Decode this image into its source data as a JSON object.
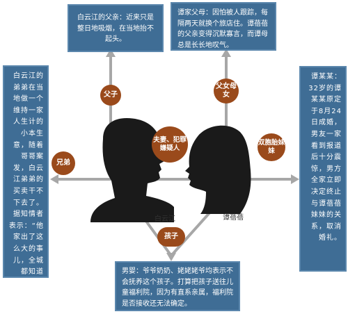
{
  "boxes": {
    "top_left": "白云江的父亲：近来只是整日地吸烟，在当地抬不起头。",
    "top_right": "谭家父母：因怕被人跟踪，每隔两天就换个旅店住。谭蓓蓓的父亲变得沉默寡言，而谭母总是长长地叹气。",
    "left": "白云江的弟弟在当地做一个维持一家人生计的小本生意，随着哥哥案发，白云江弟弟的买卖干不下去了。据知情者表示：“他家出了这么大的事儿，全城都知道了，谁还能跟他合作？”",
    "right": "谭某某：32岁的谭某某原定于8月24日成婚，男友一家看到报道后十分震惊，男方全家立即决定终止与谭蓓蓓妹妹的关系，取消婚礼。",
    "bottom": "男婴：爷爷奶奶、姥姥姥爷均表示不会抚养这个孩子。打算把孩子送往儿童福利院，因为有直系亲属，福利院是否接收还无法确定。"
  },
  "badges": {
    "fuzi": "父子",
    "funv": "父女母女",
    "fuqi": "夫妻、犯罪嫌疑人",
    "shuangbao": "双胞胎妹妹",
    "xiongdi": "兄弟",
    "haizi": "孩子"
  },
  "names": {
    "bai": "白云江",
    "tan": "谭蓓蓓"
  },
  "colors": {
    "box_blue": "#3f6d95",
    "badge_brown": "#9a4a1b",
    "arrow_gray": "#a7a7a7",
    "silhouette": "#1a1a1a"
  }
}
